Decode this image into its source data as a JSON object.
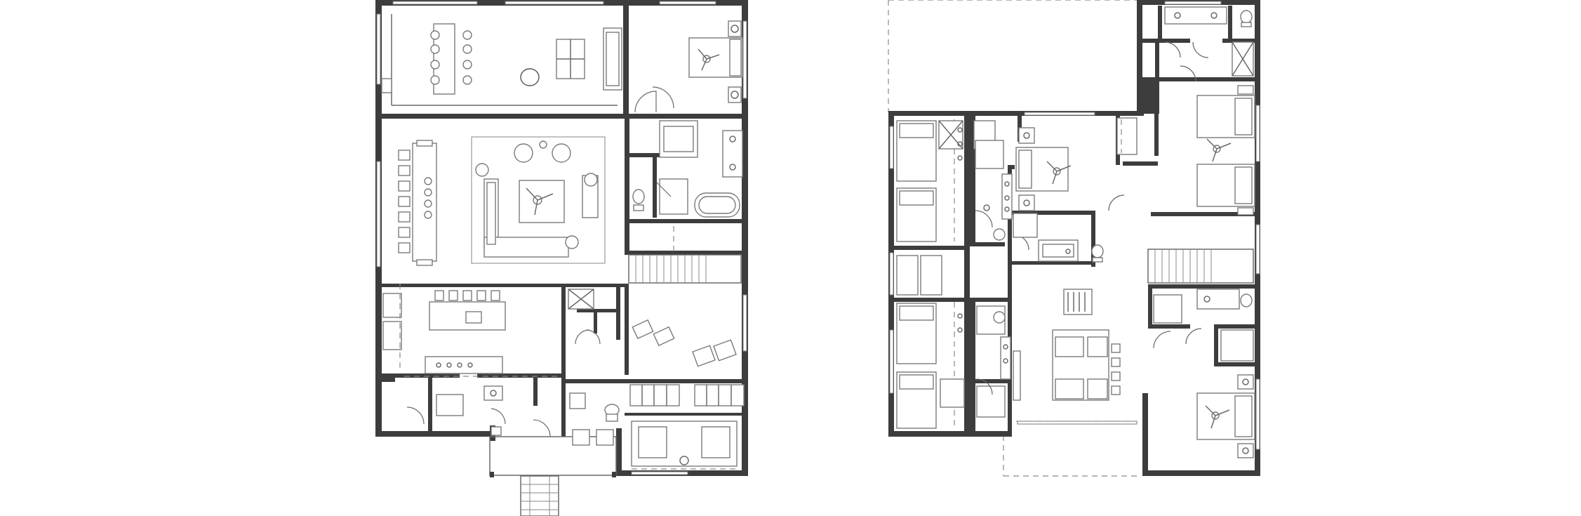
{
  "drawing": {
    "kind": "architectural floor plan",
    "sheets": [
      "first-floor",
      "second-floor"
    ],
    "colors": {
      "wall": "#3d3d3d",
      "furniture_line": "#7a7a7a",
      "background": "#ffffff"
    },
    "icons": [
      "ceiling-fan-icon",
      "bathtub-icon",
      "toilet-icon",
      "sink-icon",
      "bed-icon",
      "stair-icon",
      "door-swing-icon"
    ]
  }
}
